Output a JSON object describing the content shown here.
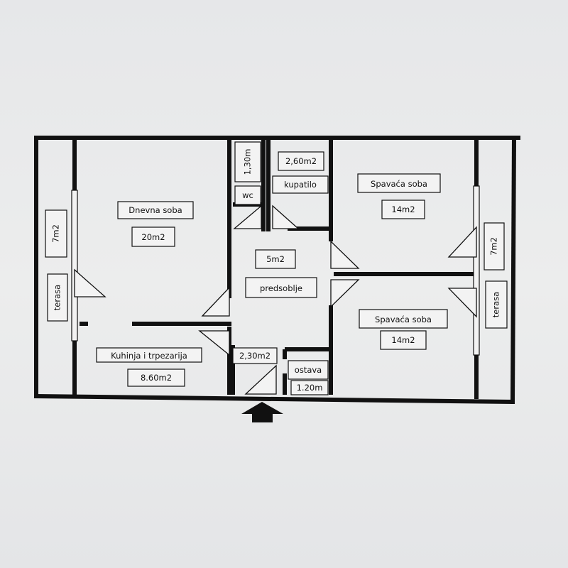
{
  "rooms": {
    "dnevna": {
      "name": "Dnevna soba",
      "area": "20m2"
    },
    "kuhinja": {
      "name": "Kuhinja i trpezarija",
      "area": "8.60m2"
    },
    "wc": {
      "name": "wc",
      "area": "1,30m"
    },
    "kupatilo": {
      "name": "kupatilo",
      "area": "2,60m2"
    },
    "spavaca1": {
      "name": "Spavaća soba",
      "area": "14m2"
    },
    "spavaca2": {
      "name": "Spavaća soba",
      "area": "14m2"
    },
    "predsoblje": {
      "name": "predsoblje",
      "area": "5m2"
    },
    "garderober": {
      "area": "2,30m2"
    },
    "ostava": {
      "name": "ostava",
      "area": "1.20m"
    },
    "terasa_left": {
      "name": "terasa",
      "area": "7m2"
    },
    "terasa_right": {
      "name": "terasa",
      "area": "7m2"
    }
  },
  "entrance": {
    "icon": "up-arrow-icon"
  }
}
